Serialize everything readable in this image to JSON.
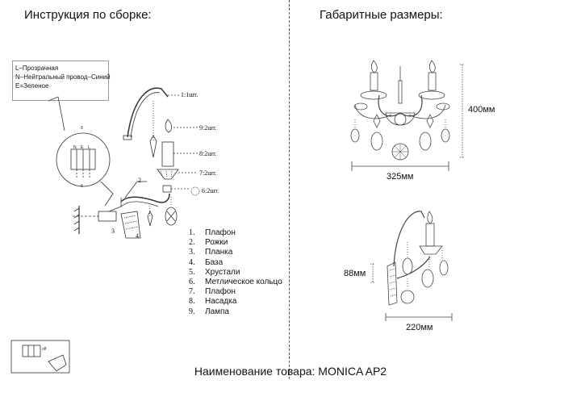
{
  "headers": {
    "assembly": "Инструкция по сборке:",
    "dimensions": "Габаритные размеры:"
  },
  "wiring_legend": [
    "L–Прозрачная",
    "N–Нейтральный провод–Синий",
    "E=Зеленое"
  ],
  "connector_labels": [
    "N",
    "E",
    "L"
  ],
  "quantities": {
    "q1": "1:1шт.",
    "q9": "9:2шт.",
    "q8": "8:2шт.",
    "q7": "7:2шт.",
    "q6": "6:2шт."
  },
  "callouts": {
    "c2": "2",
    "c3": "3",
    "c4": "4"
  },
  "parts": [
    {
      "num": "1.",
      "name": "Плафон"
    },
    {
      "num": "2.",
      "name": "Рожки"
    },
    {
      "num": "3.",
      "name": "Планка"
    },
    {
      "num": "4.",
      "name": "База"
    },
    {
      "num": "5.",
      "name": "Хрустали"
    },
    {
      "num": "6.",
      "name": "Метлическое кольцо"
    },
    {
      "num": "7.",
      "name": "Плафон"
    },
    {
      "num": "8.",
      "name": "Насадка"
    },
    {
      "num": "9.",
      "name": "Лампа"
    }
  ],
  "dimensions": {
    "height_front": "400мм",
    "width_front": "325мм",
    "depth_side": "88мм",
    "width_side": "220мм"
  },
  "product_name": "Наименование товара: MONICA AP2"
}
